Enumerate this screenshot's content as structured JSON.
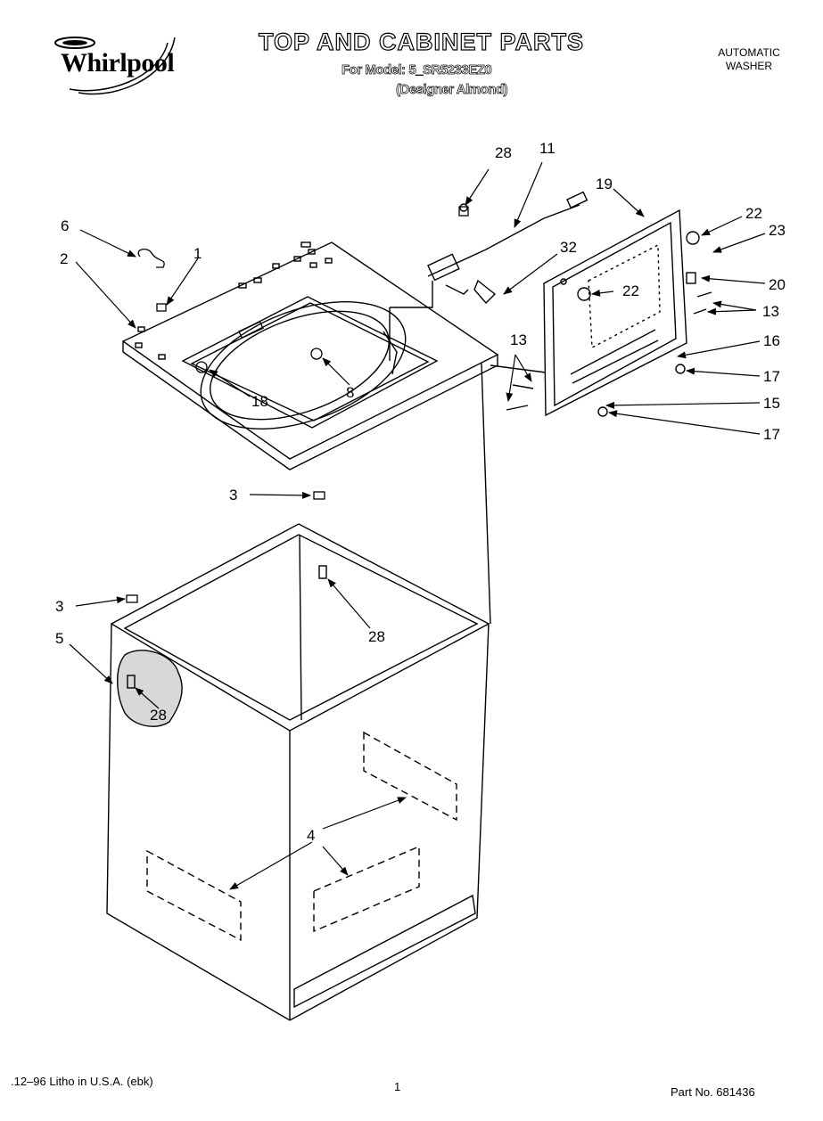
{
  "header": {
    "brand": "Whirlpool",
    "title": "TOP AND CABINET PARTS",
    "model_line": "For Model: 5_SR5233EZ0",
    "color_line": "(Designer Almond)",
    "product_line1": "AUTOMATIC",
    "product_line2": "WASHER"
  },
  "callouts": {
    "c28a": "28",
    "c11": "11",
    "c19": "19",
    "c22a": "22",
    "c23": "23",
    "c6": "6",
    "c1": "1",
    "c2": "2",
    "c32": "32",
    "c20": "20",
    "c22b": "22",
    "c13a": "13",
    "c13b": "13",
    "c16": "16",
    "c17a": "17",
    "c15": "15",
    "c17b": "17",
    "c8": "8",
    "c18": "18",
    "c3a": "3",
    "c28b": "28",
    "c3b": "3",
    "c5": "5",
    "c28c": "28",
    "c4": "4"
  },
  "footer": {
    "left": ".12–96 Litho in U.S.A. (ebk)",
    "page": "1",
    "part": "Part No. 681436"
  }
}
